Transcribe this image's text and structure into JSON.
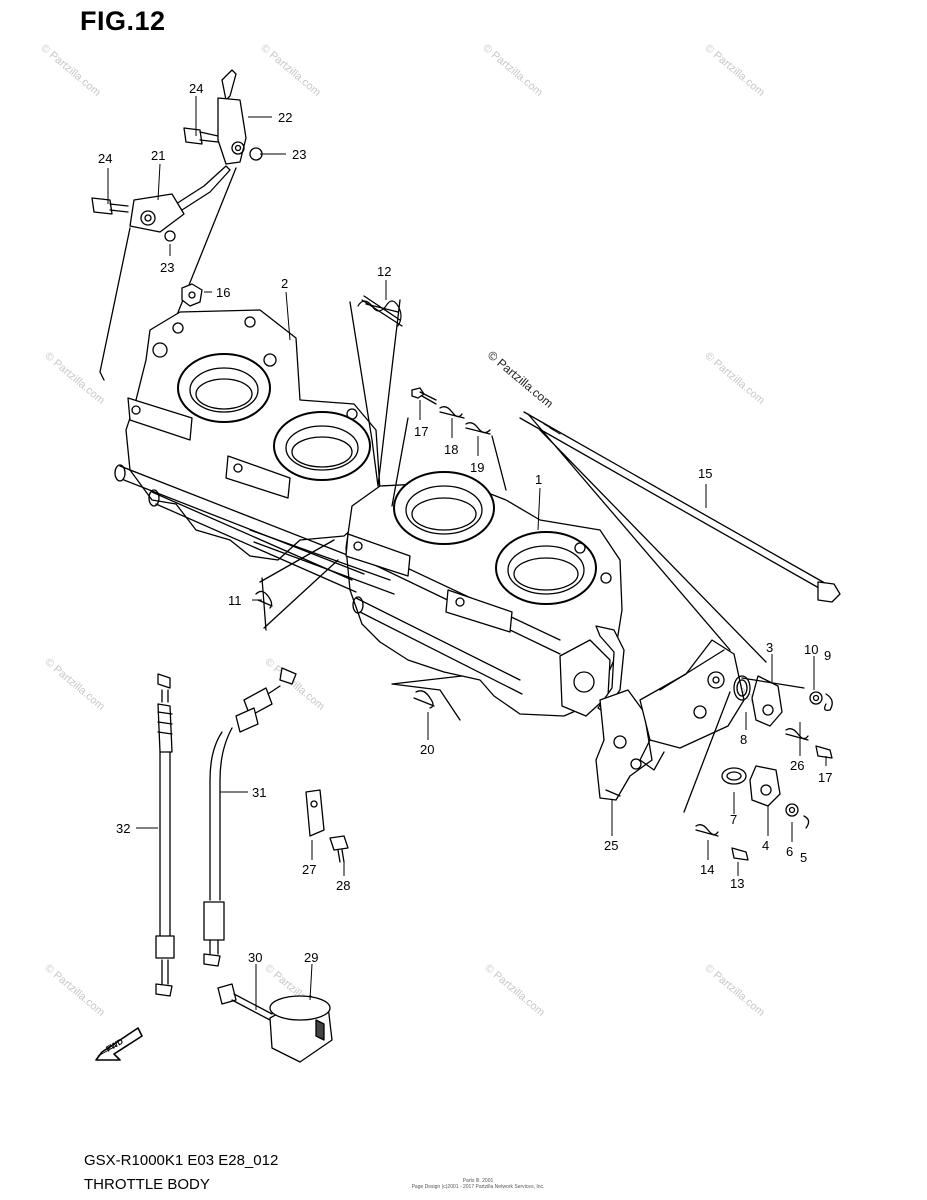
{
  "figure": {
    "title": "FIG.12",
    "model_code": "GSX-R1000K1 E03 E28_012",
    "caption": "THROTTLE BODY",
    "copyright_line": "Parts Ill. 2001",
    "copyright_sub": "Page Design (c)2001 - 2017 Partzilla Network Services, Inc."
  },
  "watermark": {
    "text": "© Partzilla.com"
  },
  "fwd_arrow": {
    "label": "FWD"
  },
  "callouts": {
    "c1": "1",
    "c2": "2",
    "c3": "3",
    "c4": "4",
    "c5": "5",
    "c6": "6",
    "c7": "7",
    "c8": "8",
    "c9": "9",
    "c10": "10",
    "c11": "11",
    "c12": "12",
    "c13": "13",
    "c14": "14",
    "c15": "15",
    "c16": "16",
    "c17a": "17",
    "c17b": "17",
    "c18": "18",
    "c19": "19",
    "c20": "20",
    "c21": "21",
    "c22": "22",
    "c23a": "23",
    "c23b": "23",
    "c24a": "24",
    "c24b": "24",
    "c25": "25",
    "c26": "26",
    "c27": "27",
    "c28": "28",
    "c29": "29",
    "c30": "30",
    "c31": "31",
    "c32": "32"
  }
}
